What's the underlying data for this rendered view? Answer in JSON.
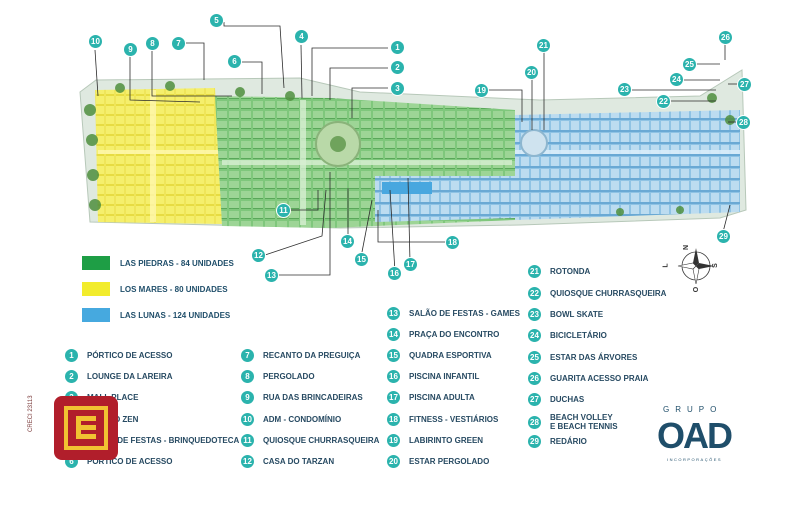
{
  "legend": [
    {
      "label": "LAS PIEDRAS - 84 UNIDADES",
      "color": "#1e9e45"
    },
    {
      "label": "LOS MARES - 80 UNIDADES",
      "color": "#f2ec2c"
    },
    {
      "label": "LAS LUNAS - 124 UNIDADES",
      "color": "#46a9df"
    }
  ],
  "amenities": [
    {
      "num": "1",
      "label": "PÓRTICO DE ACESSO"
    },
    {
      "num": "2",
      "label": "LOUNGE DA LAREIRA"
    },
    {
      "num": "3",
      "label": "MALL PLACE"
    },
    {
      "num": "4",
      "label": "ESPAÇO ZEN"
    },
    {
      "num": "5",
      "label": "SALÃO DE FESTAS - BRINQUEDOTECA"
    },
    {
      "num": "6",
      "label": "PÓRTICO DE ACESSO"
    },
    {
      "num": "7",
      "label": "RECANTO DA PREGUIÇA"
    },
    {
      "num": "8",
      "label": "PERGOLADO"
    },
    {
      "num": "9",
      "label": "RUA DAS BRINCADEIRAS"
    },
    {
      "num": "10",
      "label": "ADM - CONDOMÍNIO"
    },
    {
      "num": "11",
      "label": "QUIOSQUE CHURRASQUEIRA"
    },
    {
      "num": "12",
      "label": "CASA DO TARZAN"
    },
    {
      "num": "13",
      "label": "SALÃO DE FESTAS - GAMES"
    },
    {
      "num": "14",
      "label": "PRAÇA DO ENCONTRO"
    },
    {
      "num": "15",
      "label": "QUADRA ESPORTIVA"
    },
    {
      "num": "16",
      "label": "PISCINA INFANTIL"
    },
    {
      "num": "17",
      "label": "PISCINA ADULTA"
    },
    {
      "num": "18",
      "label": "FITNESS - VESTIÁRIOS"
    },
    {
      "num": "19",
      "label": "LABIRINTO GREEN"
    },
    {
      "num": "20",
      "label": "ESTAR PERGOLADO"
    },
    {
      "num": "21",
      "label": "ROTONDA"
    },
    {
      "num": "22",
      "label": "QUIOSQUE CHURRASQUEIRA"
    },
    {
      "num": "23",
      "label": "BOWL SKATE"
    },
    {
      "num": "24",
      "label": "BICICLETÁRIO"
    },
    {
      "num": "25",
      "label": "ESTAR DAS ÁRVORES"
    },
    {
      "num": "26",
      "label": "GUARITA ACESSO PRAIA"
    },
    {
      "num": "27",
      "label": "DUCHAS"
    },
    {
      "num": "28",
      "label": "BEACH VOLLEY\nE BEACH TENNIS"
    },
    {
      "num": "29",
      "label": "REDÁRIO"
    }
  ],
  "compass": {
    "n": "N",
    "s": "S",
    "l": "L",
    "o": "O"
  },
  "logo": {
    "top": "GRUPO",
    "mark": "OAD",
    "sub": "INCORPORAÇÕES"
  },
  "creci": "CRECI 23113",
  "colors": {
    "badge": "#2bb3ad",
    "text": "#274a62"
  }
}
